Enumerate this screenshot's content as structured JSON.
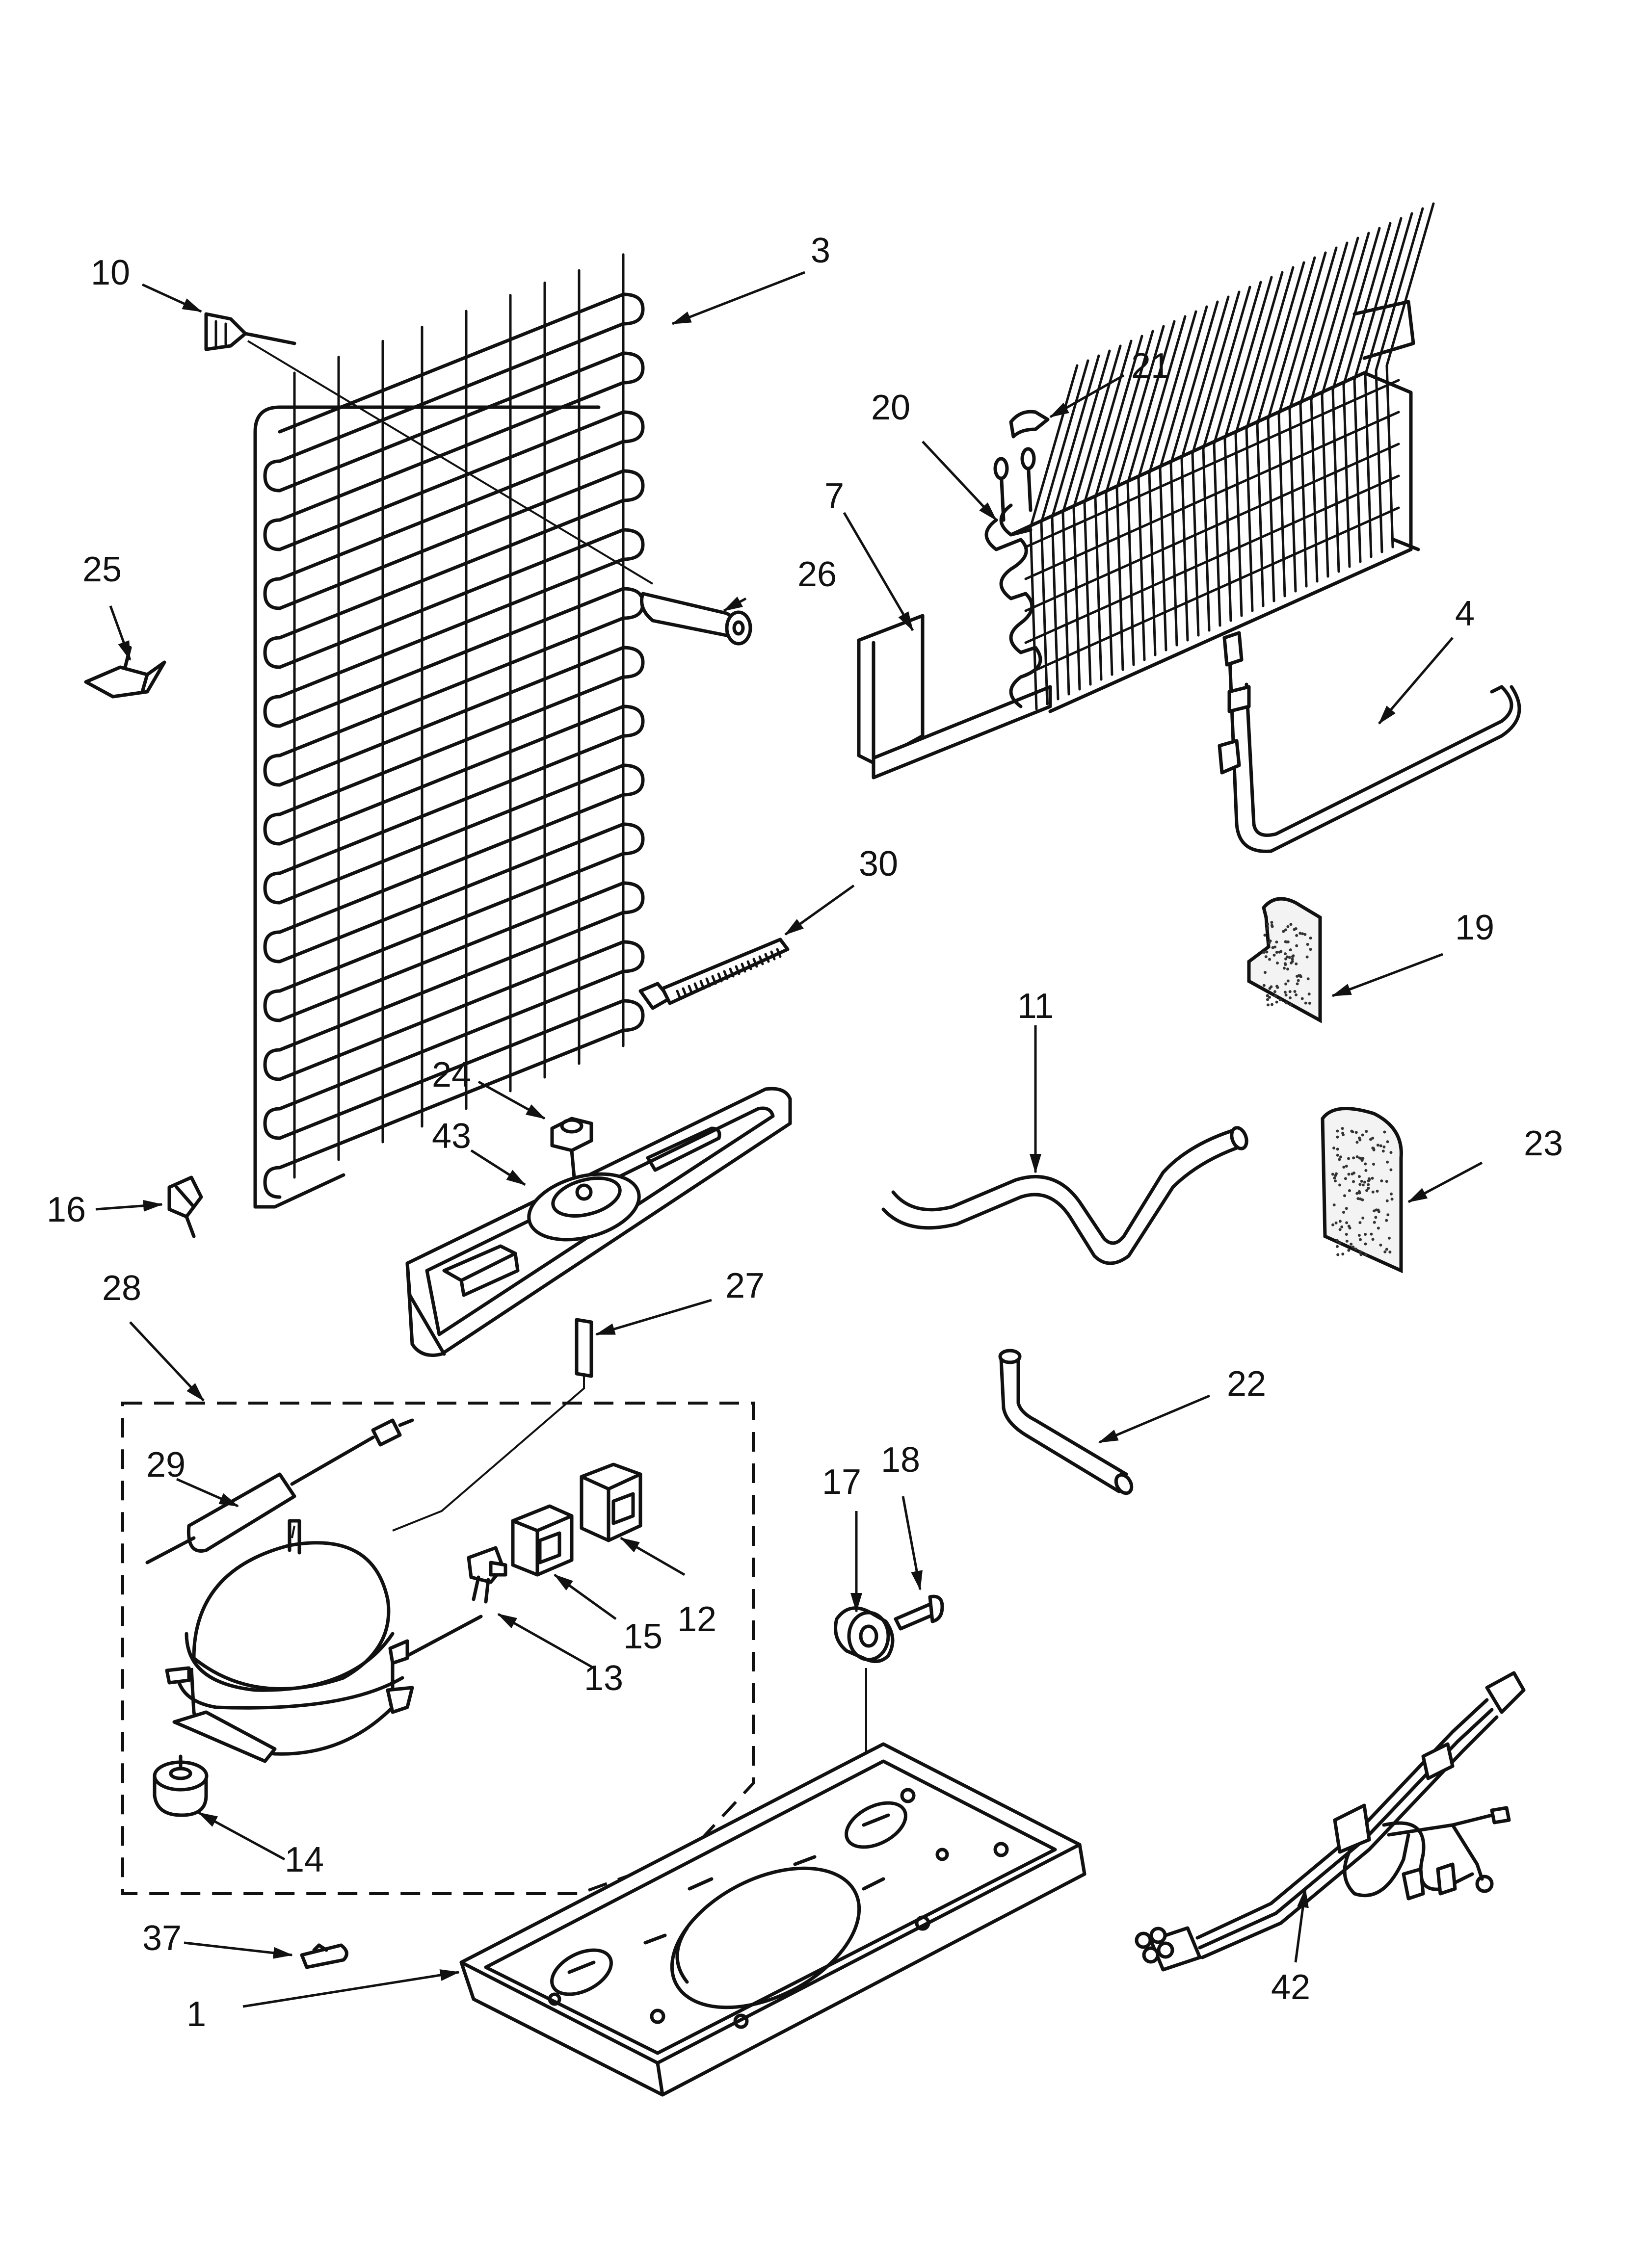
{
  "diagram": {
    "callouts": [
      {
        "id": "c1",
        "label": "1"
      },
      {
        "id": "c3",
        "label": "3"
      },
      {
        "id": "c4",
        "label": "4"
      },
      {
        "id": "c7",
        "label": "7"
      },
      {
        "id": "c10",
        "label": "10"
      },
      {
        "id": "c11",
        "label": "11"
      },
      {
        "id": "c12",
        "label": "12"
      },
      {
        "id": "c13",
        "label": "13"
      },
      {
        "id": "c14",
        "label": "14"
      },
      {
        "id": "c15",
        "label": "15"
      },
      {
        "id": "c16",
        "label": "16"
      },
      {
        "id": "c17",
        "label": "17"
      },
      {
        "id": "c18",
        "label": "18"
      },
      {
        "id": "c19",
        "label": "19"
      },
      {
        "id": "c20",
        "label": "20"
      },
      {
        "id": "c21",
        "label": "21"
      },
      {
        "id": "c22",
        "label": "22"
      },
      {
        "id": "c23",
        "label": "23"
      },
      {
        "id": "c24",
        "label": "24"
      },
      {
        "id": "c25",
        "label": "25"
      },
      {
        "id": "c26",
        "label": "26"
      },
      {
        "id": "c27",
        "label": "27"
      },
      {
        "id": "c28",
        "label": "28"
      },
      {
        "id": "c29",
        "label": "29"
      },
      {
        "id": "c30",
        "label": "30"
      },
      {
        "id": "c37",
        "label": "37"
      },
      {
        "id": "c42",
        "label": "42"
      },
      {
        "id": "c43",
        "label": "43"
      }
    ]
  }
}
